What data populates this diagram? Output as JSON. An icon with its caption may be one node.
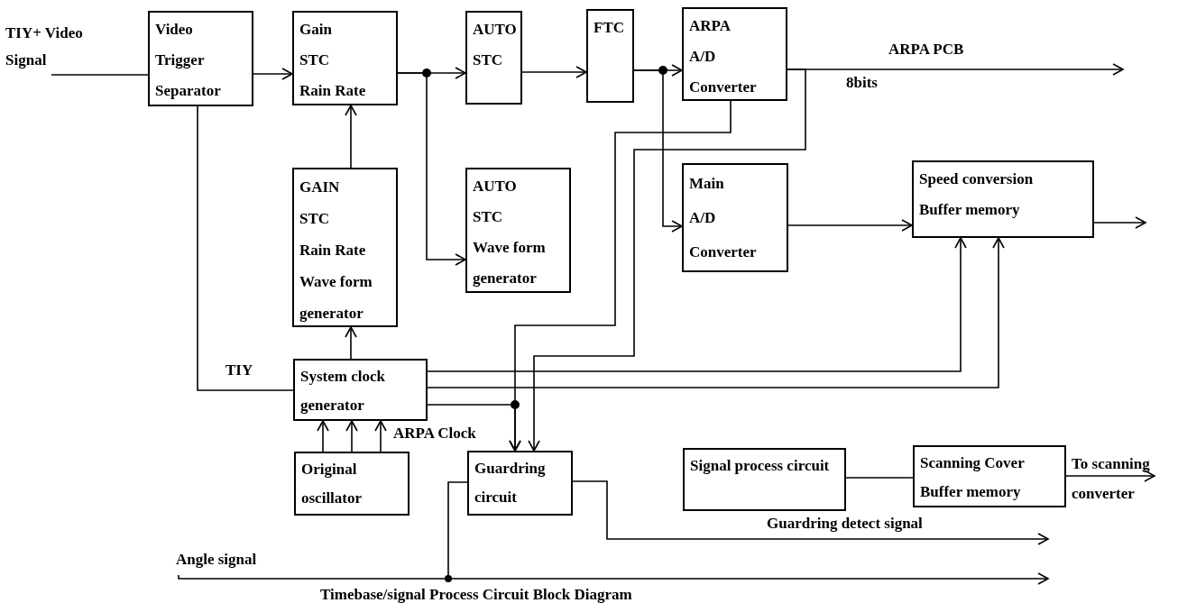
{
  "diagram": {
    "caption": "Timebase/signal Process Circuit Block Diagram",
    "nodes": [
      {
        "text": [
          "TIY+ Video Signal"
        ]
      },
      {
        "text": [
          "Video Trigger Separator"
        ]
      },
      {
        "text": [
          "Gain",
          "STC",
          "Rain Rate"
        ]
      },
      {
        "text": [
          "AUTO",
          "STC"
        ]
      },
      {
        "text": [
          "FTC"
        ]
      },
      {
        "text": [
          "ARPA",
          "A/D Converter"
        ]
      },
      {
        "text": [
          "GAIN",
          "STC",
          "Rain Rate",
          "Wave form generator"
        ]
      },
      {
        "text": [
          "AUTO",
          "STC",
          "Wave form generator"
        ]
      },
      {
        "text": [
          "Main",
          "A/D Converter"
        ]
      },
      {
        "text": [
          "Speed conversion",
          "Buffer memory"
        ]
      },
      {
        "text": [
          "System clock generator"
        ]
      },
      {
        "text": [
          "Original oscillator"
        ]
      },
      {
        "text": [
          "Guardring circuit"
        ]
      },
      {
        "text": [
          "Signal process circuit"
        ]
      },
      {
        "text": [
          "Scanning Cover",
          "Buffer memory"
        ]
      },
      {
        "text": [
          "To scanning converter"
        ]
      },
      {
        "text": [
          "Angle signal"
        ]
      }
    ],
    "edges": [
      {
        "from": 0,
        "to": 1,
        "arrow": "none"
      },
      {
        "from": 1,
        "to": 2,
        "arrow": "to"
      },
      {
        "from": 2,
        "to": 3,
        "arrow": "to"
      },
      {
        "from": 2,
        "to": 7,
        "arrow": "to"
      },
      {
        "from": 3,
        "to": 4,
        "arrow": "to"
      },
      {
        "from": 4,
        "to": 5,
        "arrow": "to"
      },
      {
        "from": 4,
        "to": 8,
        "arrow": "to"
      },
      {
        "from": 6,
        "to": 2,
        "arrow": "to"
      },
      {
        "from": 1,
        "to": 10,
        "arrow": "none",
        "label": "TIY"
      },
      {
        "from": 10,
        "to": 6,
        "arrow": "to"
      },
      {
        "from": 11,
        "to": 10,
        "arrow": "to"
      },
      {
        "from": 11,
        "to": 10,
        "arrow": "to"
      },
      {
        "from": 11,
        "to": 10,
        "arrow": "to"
      },
      {
        "from": 5,
        "to": null,
        "arrow": "to",
        "label": "ARPA PCB"
      },
      {
        "from": 5,
        "to": 12,
        "arrow": "to"
      },
      {
        "from": 5,
        "to": 12,
        "arrow": "to"
      },
      {
        "from": 10,
        "to": 12,
        "arrow": "to",
        "label": "ARPA Clock"
      },
      {
        "from": 10,
        "to": 9,
        "arrow": "to"
      },
      {
        "from": 10,
        "to": 9,
        "arrow": "to"
      },
      {
        "from": 8,
        "to": 9,
        "arrow": "to"
      },
      {
        "from": 9,
        "to": null,
        "arrow": "to"
      },
      {
        "from": 12,
        "to": null,
        "arrow": "to",
        "label": "Guardring detect signal"
      },
      {
        "from": 16,
        "to": null,
        "arrow": "to"
      },
      {
        "from": 12,
        "to": null,
        "arrow": "other"
      },
      {
        "from": 13,
        "to": 14,
        "arrow": "none"
      },
      {
        "from": 14,
        "to": 15,
        "arrow": "to"
      }
    ],
    "labels": [
      "8bits"
    ]
  }
}
